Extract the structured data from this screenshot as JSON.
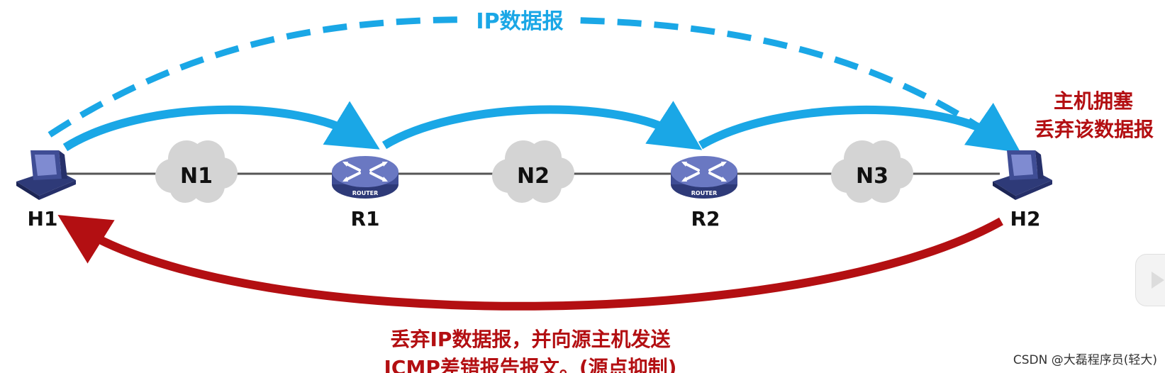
{
  "diagram": {
    "top_label": "IP数据报",
    "hosts": [
      {
        "id": "H1",
        "label": "H1"
      },
      {
        "id": "H2",
        "label": "H2"
      }
    ],
    "routers": [
      {
        "id": "R1",
        "label": "R1",
        "badge": "ROUTER"
      },
      {
        "id": "R2",
        "label": "R2",
        "badge": "ROUTER"
      }
    ],
    "networks": [
      {
        "id": "N1",
        "label": "N1"
      },
      {
        "id": "N2",
        "label": "N2"
      },
      {
        "id": "N3",
        "label": "N3"
      }
    ],
    "congestion_note": [
      "主机拥塞",
      "丢弃该数据报"
    ],
    "bottom_note": [
      "丢弃IP数据报，并向源主机发送",
      "ICMP差错报告报文。(源点抑制)"
    ],
    "colors": {
      "blue": "#1aa7e6",
      "red": "#b30f12",
      "link": "#555555",
      "cloud": "#d4d4d4"
    }
  },
  "watermark": "CSDN @大磊程序员(轻大)"
}
